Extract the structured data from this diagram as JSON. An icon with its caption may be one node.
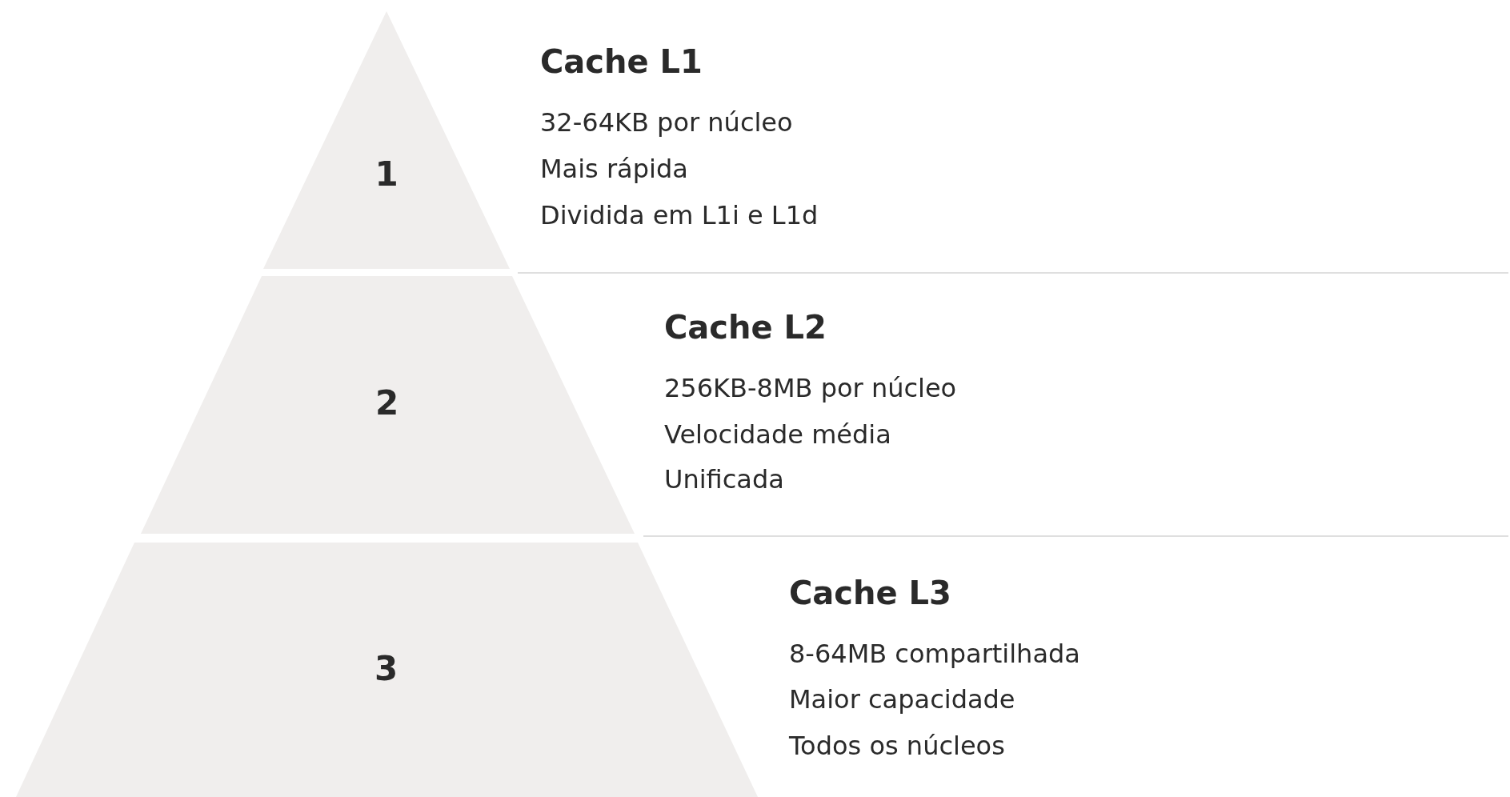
{
  "diagram": {
    "nodes": [
      {
        "text": [
          "1"
        ],
        "beside": [
          "Cache L1",
          "32-64KB por núcleo",
          "Mais rápida",
          "Dividida em L1i e L1d"
        ]
      },
      {
        "text": [
          "2"
        ],
        "beside": [
          "Cache L2",
          "256KB-8MB por núcleo",
          "Velocidade média",
          "Unificada"
        ]
      },
      {
        "text": [
          "3"
        ],
        "beside": [
          "Cache L3",
          "8-64MB compartilhada",
          "Maior capacidade",
          "Todos os núcleos"
        ]
      }
    ]
  }
}
